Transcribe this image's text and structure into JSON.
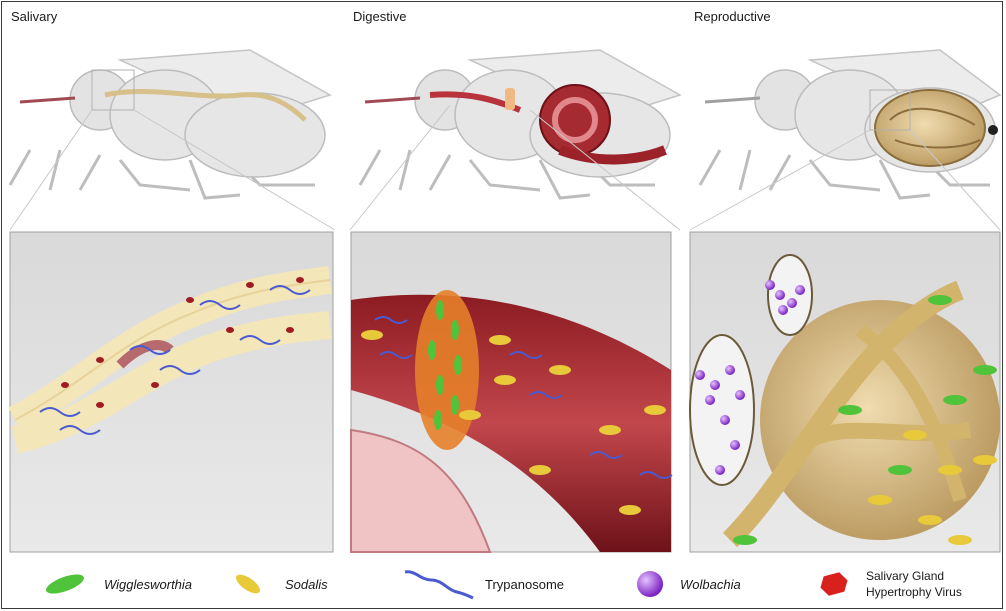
{
  "panels": [
    {
      "title": "Salivary"
    },
    {
      "title": "Digestive"
    },
    {
      "title": "Reproductive"
    }
  ],
  "legend": [
    {
      "label": "Wigglesworthia",
      "icon": "green-rod-icon",
      "color": "#4fc43a"
    },
    {
      "label": "Sodalis",
      "icon": "yellow-rod-icon",
      "color": "#e8c93a"
    },
    {
      "label": "Trypanosome",
      "icon": "trypanosome-icon",
      "color": "#4a5bd1"
    },
    {
      "label": "Wolbachia",
      "icon": "purple-sphere-icon",
      "color": "#9a3fd6"
    },
    {
      "label_line1": "Salivary Gland",
      "label_line2": "Hypertrophy Virus",
      "icon": "red-hexagon-icon",
      "color": "#d8201d"
    }
  ]
}
